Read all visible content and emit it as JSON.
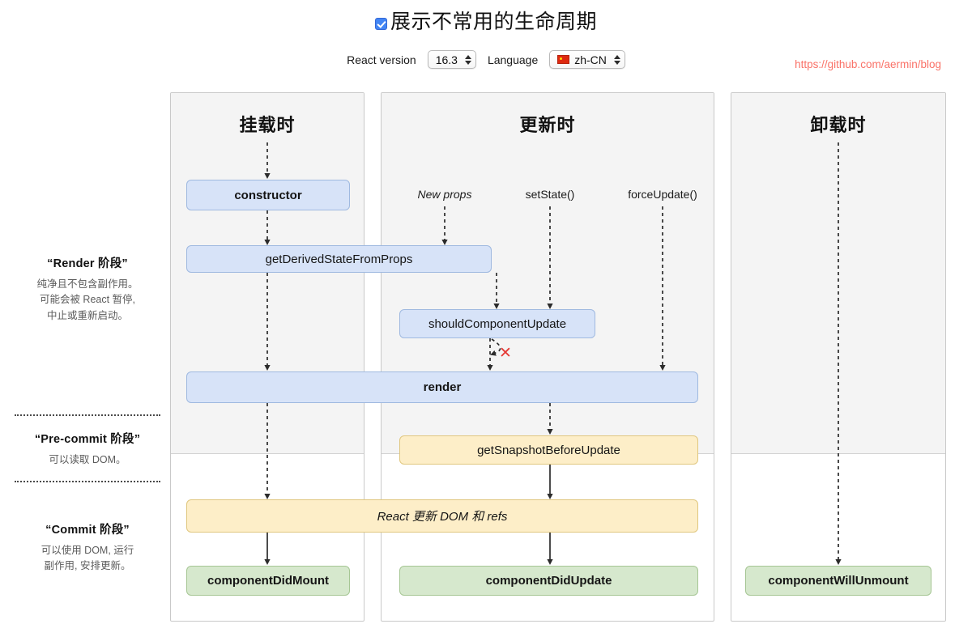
{
  "header": {
    "checkbox_label": "展示不常用的生命周期",
    "checkbox_checked": true,
    "react_version_label": "React version",
    "react_version_value": "16.3",
    "language_label": "Language",
    "language_value": "zh-CN",
    "language_flag": "cn-flag-icon",
    "repo_url": "https://github.com/aermin/blog",
    "repo_url_color": "#fa7268"
  },
  "phases": [
    {
      "title": "“Render 阶段”",
      "desc_lines": [
        "纯净且不包含副作用。",
        "可能会被 React 暂停,",
        "中止或重新启动。"
      ]
    },
    {
      "title": "“Pre-commit 阶段”",
      "desc_lines": [
        "可以读取 DOM。"
      ]
    },
    {
      "title": "“Commit 阶段”",
      "desc_lines": [
        "可以使用 DOM, 运行",
        "副作用, 安排更新。"
      ]
    }
  ],
  "columns": [
    {
      "name": "mounting",
      "title": "挂载时"
    },
    {
      "name": "updating",
      "title": "更新时"
    },
    {
      "name": "unmounting",
      "title": "卸载时"
    }
  ],
  "triggers": [
    {
      "label": "New props",
      "italic": true
    },
    {
      "label": "setState()",
      "italic": false
    },
    {
      "label": "forceUpdate()",
      "italic": false
    }
  ],
  "boxes": {
    "constructor": "constructor",
    "getDerivedStateFromProps": "getDerivedStateFromProps",
    "shouldComponentUpdate": "shouldComponentUpdate",
    "render": "render",
    "getSnapshotBeforeUpdate": "getSnapshotBeforeUpdate",
    "reactUpdatesDom": "React 更新 DOM 和 refs",
    "componentDidMount": "componentDidMount",
    "componentDidUpdate": "componentDidUpdate",
    "componentWillUnmount": "componentWillUnmount"
  },
  "annotations": {
    "skip_render_x": "✕"
  },
  "colors": {
    "blue_box": "#d7e3f8",
    "blue_border": "#9fb9e0",
    "yellow_box": "#fdeec8",
    "yellow_border": "#e0c77f",
    "green_box": "#d6e8cd",
    "green_border": "#a6c694",
    "render_phase_bg": "#f4f4f4",
    "checkbox_accent": "#4285f4",
    "x_mark": "#e53935"
  }
}
